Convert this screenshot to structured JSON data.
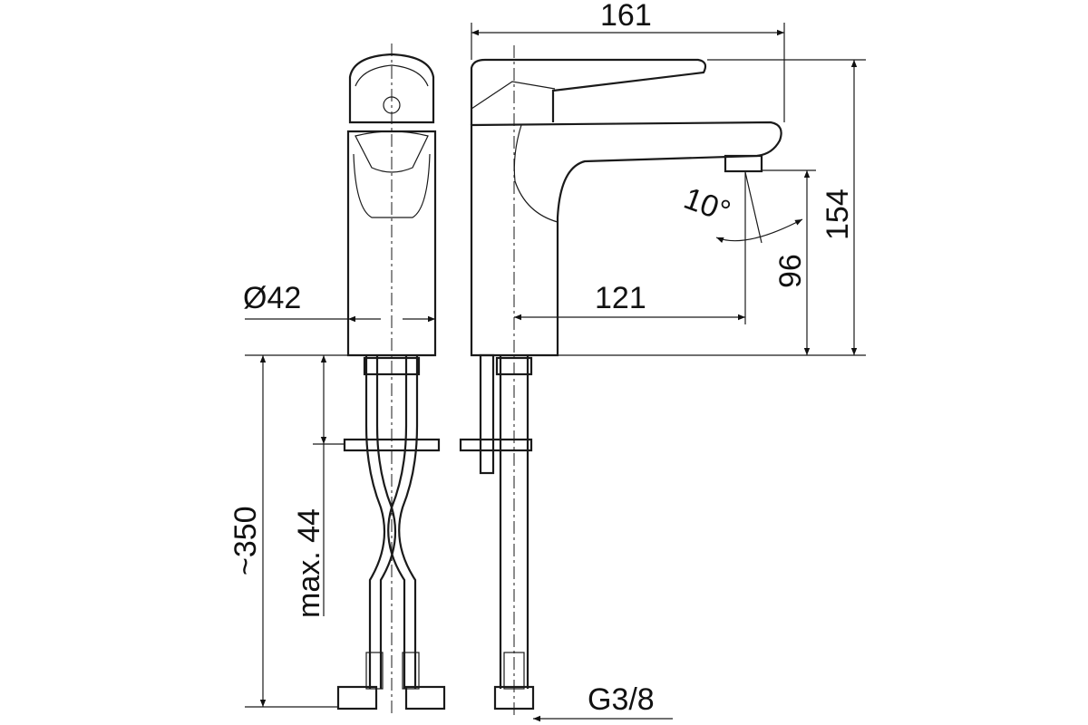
{
  "title": "Faucet dimension drawing",
  "dimensions": {
    "total_length": "161",
    "total_height": "154",
    "spout_height": "96",
    "spout_reach": "121",
    "diameter": "Ø42",
    "angle": "10°",
    "hose_length": "~350",
    "max_thickness": "max. 44",
    "thread": "G3/8"
  }
}
